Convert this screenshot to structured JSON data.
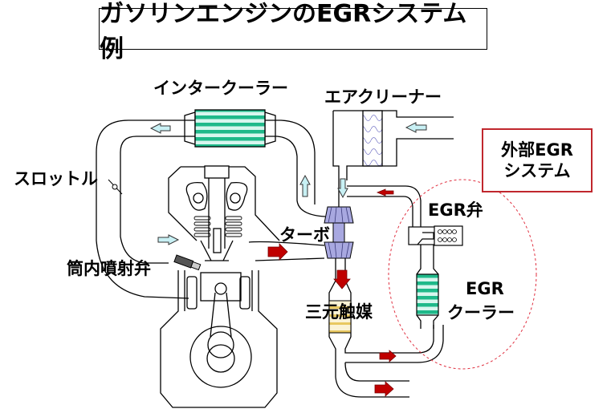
{
  "title": "ガソリンエンジンのEGRシステム例",
  "labels": {
    "intercooler": "インタークーラー",
    "air_cleaner": "エアクリーナー",
    "throttle": "スロットル",
    "injector": "筒内噴射弁",
    "turbo": "ターボ",
    "catalyst": "三元触媒",
    "egr_valve": "EGR弁",
    "egr_cooler_line1": "EGR",
    "egr_cooler_line2": "クーラー"
  },
  "callout": {
    "line1": "外部EGR",
    "line2": "システム"
  },
  "colors": {
    "callout_border": "#c0272d",
    "intake_arrow": "#c8f0f4",
    "exhaust_arrow": "#c00000",
    "cooler_stripe": "#1fb98a",
    "turbo": "#a8a8e0",
    "catalyst": "#f0d890",
    "dashed_circle": "#e03040"
  }
}
